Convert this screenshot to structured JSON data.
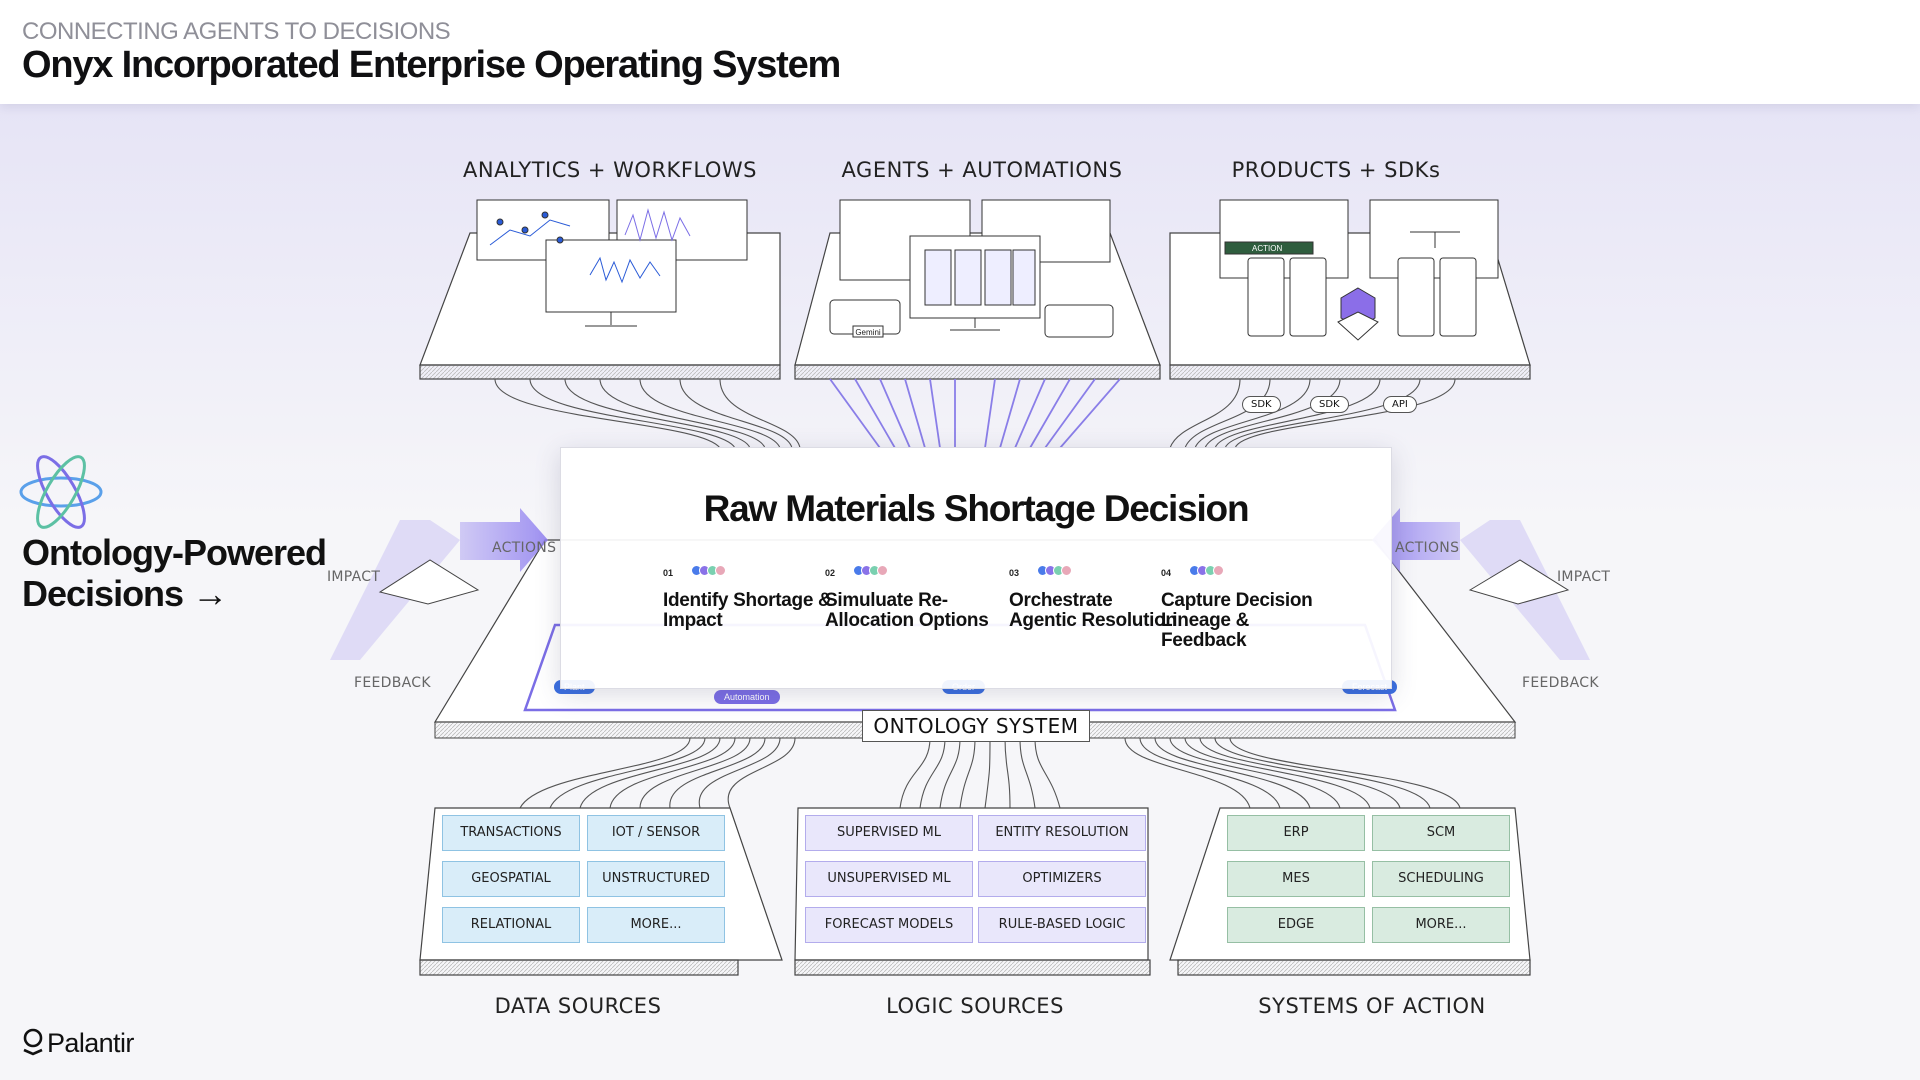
{
  "header": {
    "kicker": "CONNECTING AGENTS TO DECISIONS",
    "title": "Onyx Incorporated Enterprise Operating System"
  },
  "top_sections": [
    {
      "label": "ANALYTICS + WORKFLOWS"
    },
    {
      "label": "AGENTS + AUTOMATIONS"
    },
    {
      "label": "PRODUCTS + SDKs"
    }
  ],
  "top_tags": [
    "SDK",
    "SDK",
    "API"
  ],
  "agents_badge": "Gemini",
  "products_badge": "ACTION",
  "side_labels": {
    "actions": "ACTIONS",
    "impact": "IMPACT",
    "feedback": "FEEDBACK"
  },
  "left_panel": {
    "title_line1": "Ontology-Powered",
    "title_line2": "Decisions →"
  },
  "decision_card": {
    "title": "Raw Materials Shortage Decision",
    "steps": [
      {
        "num": "01",
        "text": "Identify Shortage & Impact"
      },
      {
        "num": "02",
        "text": "Simuluate Re-Allocation Options"
      },
      {
        "num": "03",
        "text": "Orchestrate Agentic Resolution"
      },
      {
        "num": "04",
        "text": "Capture Decision Lineage & Feedback"
      }
    ],
    "dot_colors": [
      "#4a7bea",
      "#8a72e8",
      "#7ad0b0",
      "#e8a8b8"
    ]
  },
  "platform_chips": [
    "Automation",
    "Plant",
    "Order",
    "Forecast"
  ],
  "ontology_label": "ONTOLOGY SYSTEM",
  "bottom_sections": [
    {
      "label": "DATA SOURCES",
      "items": [
        "TRANSACTIONS",
        "IOT / SENSOR",
        "GEOSPATIAL",
        "UNSTRUCTURED",
        "RELATIONAL",
        "MORE..."
      ]
    },
    {
      "label": "LOGIC SOURCES",
      "items": [
        "SUPERVISED ML",
        "ENTITY RESOLUTION",
        "UNSUPERVISED ML",
        "OPTIMIZERS",
        "FORECAST MODELS",
        "RULE-BASED LOGIC"
      ]
    },
    {
      "label": "SYSTEMS OF ACTION",
      "items": [
        "ERP",
        "SCM",
        "MES",
        "SCHEDULING",
        "EDGE",
        "MORE..."
      ]
    }
  ],
  "colors": {
    "data": "#d9edf9",
    "logic": "#e9e7fb",
    "action": "#d9ebe0",
    "accent": "#7b6ee6"
  },
  "logo": "Palantir"
}
